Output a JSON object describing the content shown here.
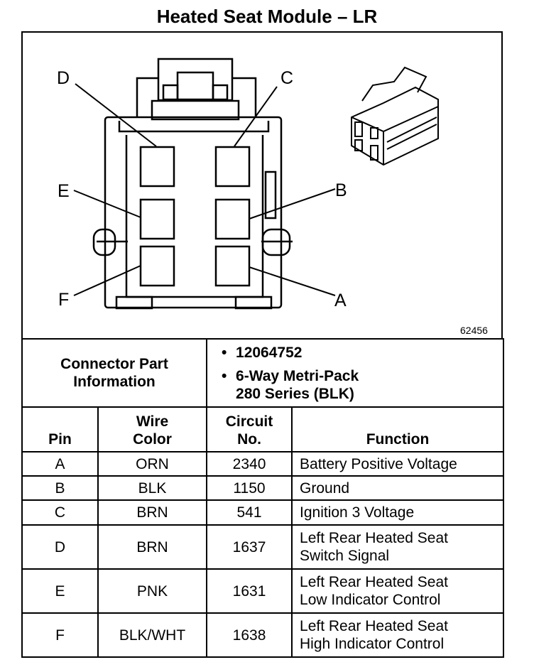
{
  "title": "Heated Seat Module – LR",
  "diagram": {
    "pin_labels": {
      "A": "A",
      "B": "B",
      "C": "C",
      "D": "D",
      "E": "E",
      "F": "F"
    },
    "figure_number": "62456"
  },
  "connector_info": {
    "label": "Connector Part Information",
    "items": [
      "12064752",
      "6-Way Metri-Pack",
      "280 Series (BLK)"
    ]
  },
  "table": {
    "headers": {
      "pin": "Pin",
      "wire_line1": "Wire",
      "wire_line2": "Color",
      "circuit_line1": "Circuit",
      "circuit_line2": "No.",
      "function": "Function"
    },
    "rows": [
      {
        "pin": "A",
        "wire": "ORN",
        "circuit": "2340",
        "function_line1": "Battery Positive Voltage",
        "function_line2": ""
      },
      {
        "pin": "B",
        "wire": "BLK",
        "circuit": "1150",
        "function_line1": "Ground",
        "function_line2": ""
      },
      {
        "pin": "C",
        "wire": "BRN",
        "circuit": "541",
        "function_line1": "Ignition 3 Voltage",
        "function_line2": ""
      },
      {
        "pin": "D",
        "wire": "BRN",
        "circuit": "1637",
        "function_line1": "Left Rear Heated Seat",
        "function_line2": "Switch Signal"
      },
      {
        "pin": "E",
        "wire": "PNK",
        "circuit": "1631",
        "function_line1": "Left Rear Heated Seat",
        "function_line2": "Low Indicator Control"
      },
      {
        "pin": "F",
        "wire": "BLK/WHT",
        "circuit": "1638",
        "function_line1": "Left Rear Heated Seat",
        "function_line2": "High Indicator Control"
      }
    ]
  }
}
